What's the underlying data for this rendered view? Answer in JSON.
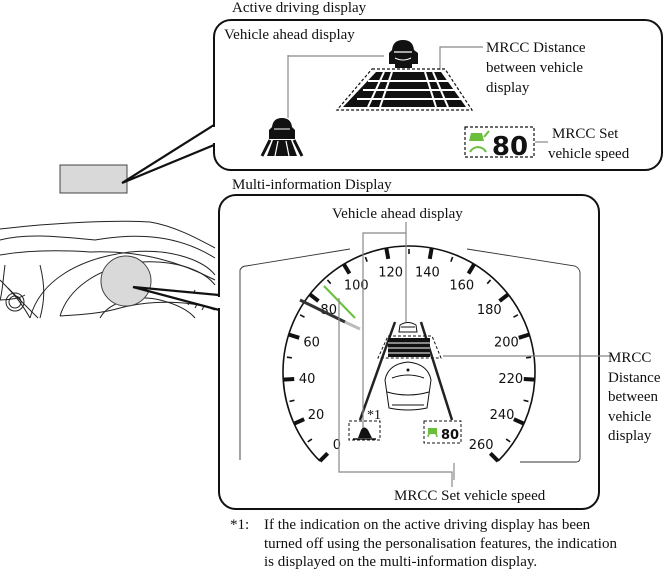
{
  "active_driving_display": {
    "title": "Active driving display",
    "vehicle_ahead_label": "Vehicle ahead display",
    "distance_label_lines": [
      "MRCC Distance",
      "between vehicle",
      "display"
    ],
    "set_speed_label_lines": [
      "MRCC Set",
      "vehicle speed"
    ],
    "set_speed_value": "80"
  },
  "multi_information_display": {
    "title": "Multi-information Display",
    "vehicle_ahead_label": "Vehicle ahead display",
    "distance_label_lines": [
      "MRCC",
      "Distance",
      "between",
      "vehicle",
      "display"
    ],
    "set_speed_label": "MRCC Set vehicle speed",
    "set_speed_value": "80",
    "footnote_marker": "*1",
    "speedometer": {
      "labels": [
        "0",
        "20",
        "40",
        "60",
        "80",
        "100",
        "120",
        "140",
        "160",
        "180",
        "200",
        "220",
        "240",
        "260"
      ],
      "set_speed_indicator": 80
    }
  },
  "colors": {
    "accent_green": "#6abf3a",
    "highlight_gray": "#d9d9d9",
    "line": "#111111",
    "leader": "#888888"
  },
  "footnote": {
    "mark": "*1:",
    "lines": [
      "If the indication on the active driving display has been",
      "turned off using the personalisation features, the indication",
      "is displayed on the multi-information display."
    ]
  }
}
